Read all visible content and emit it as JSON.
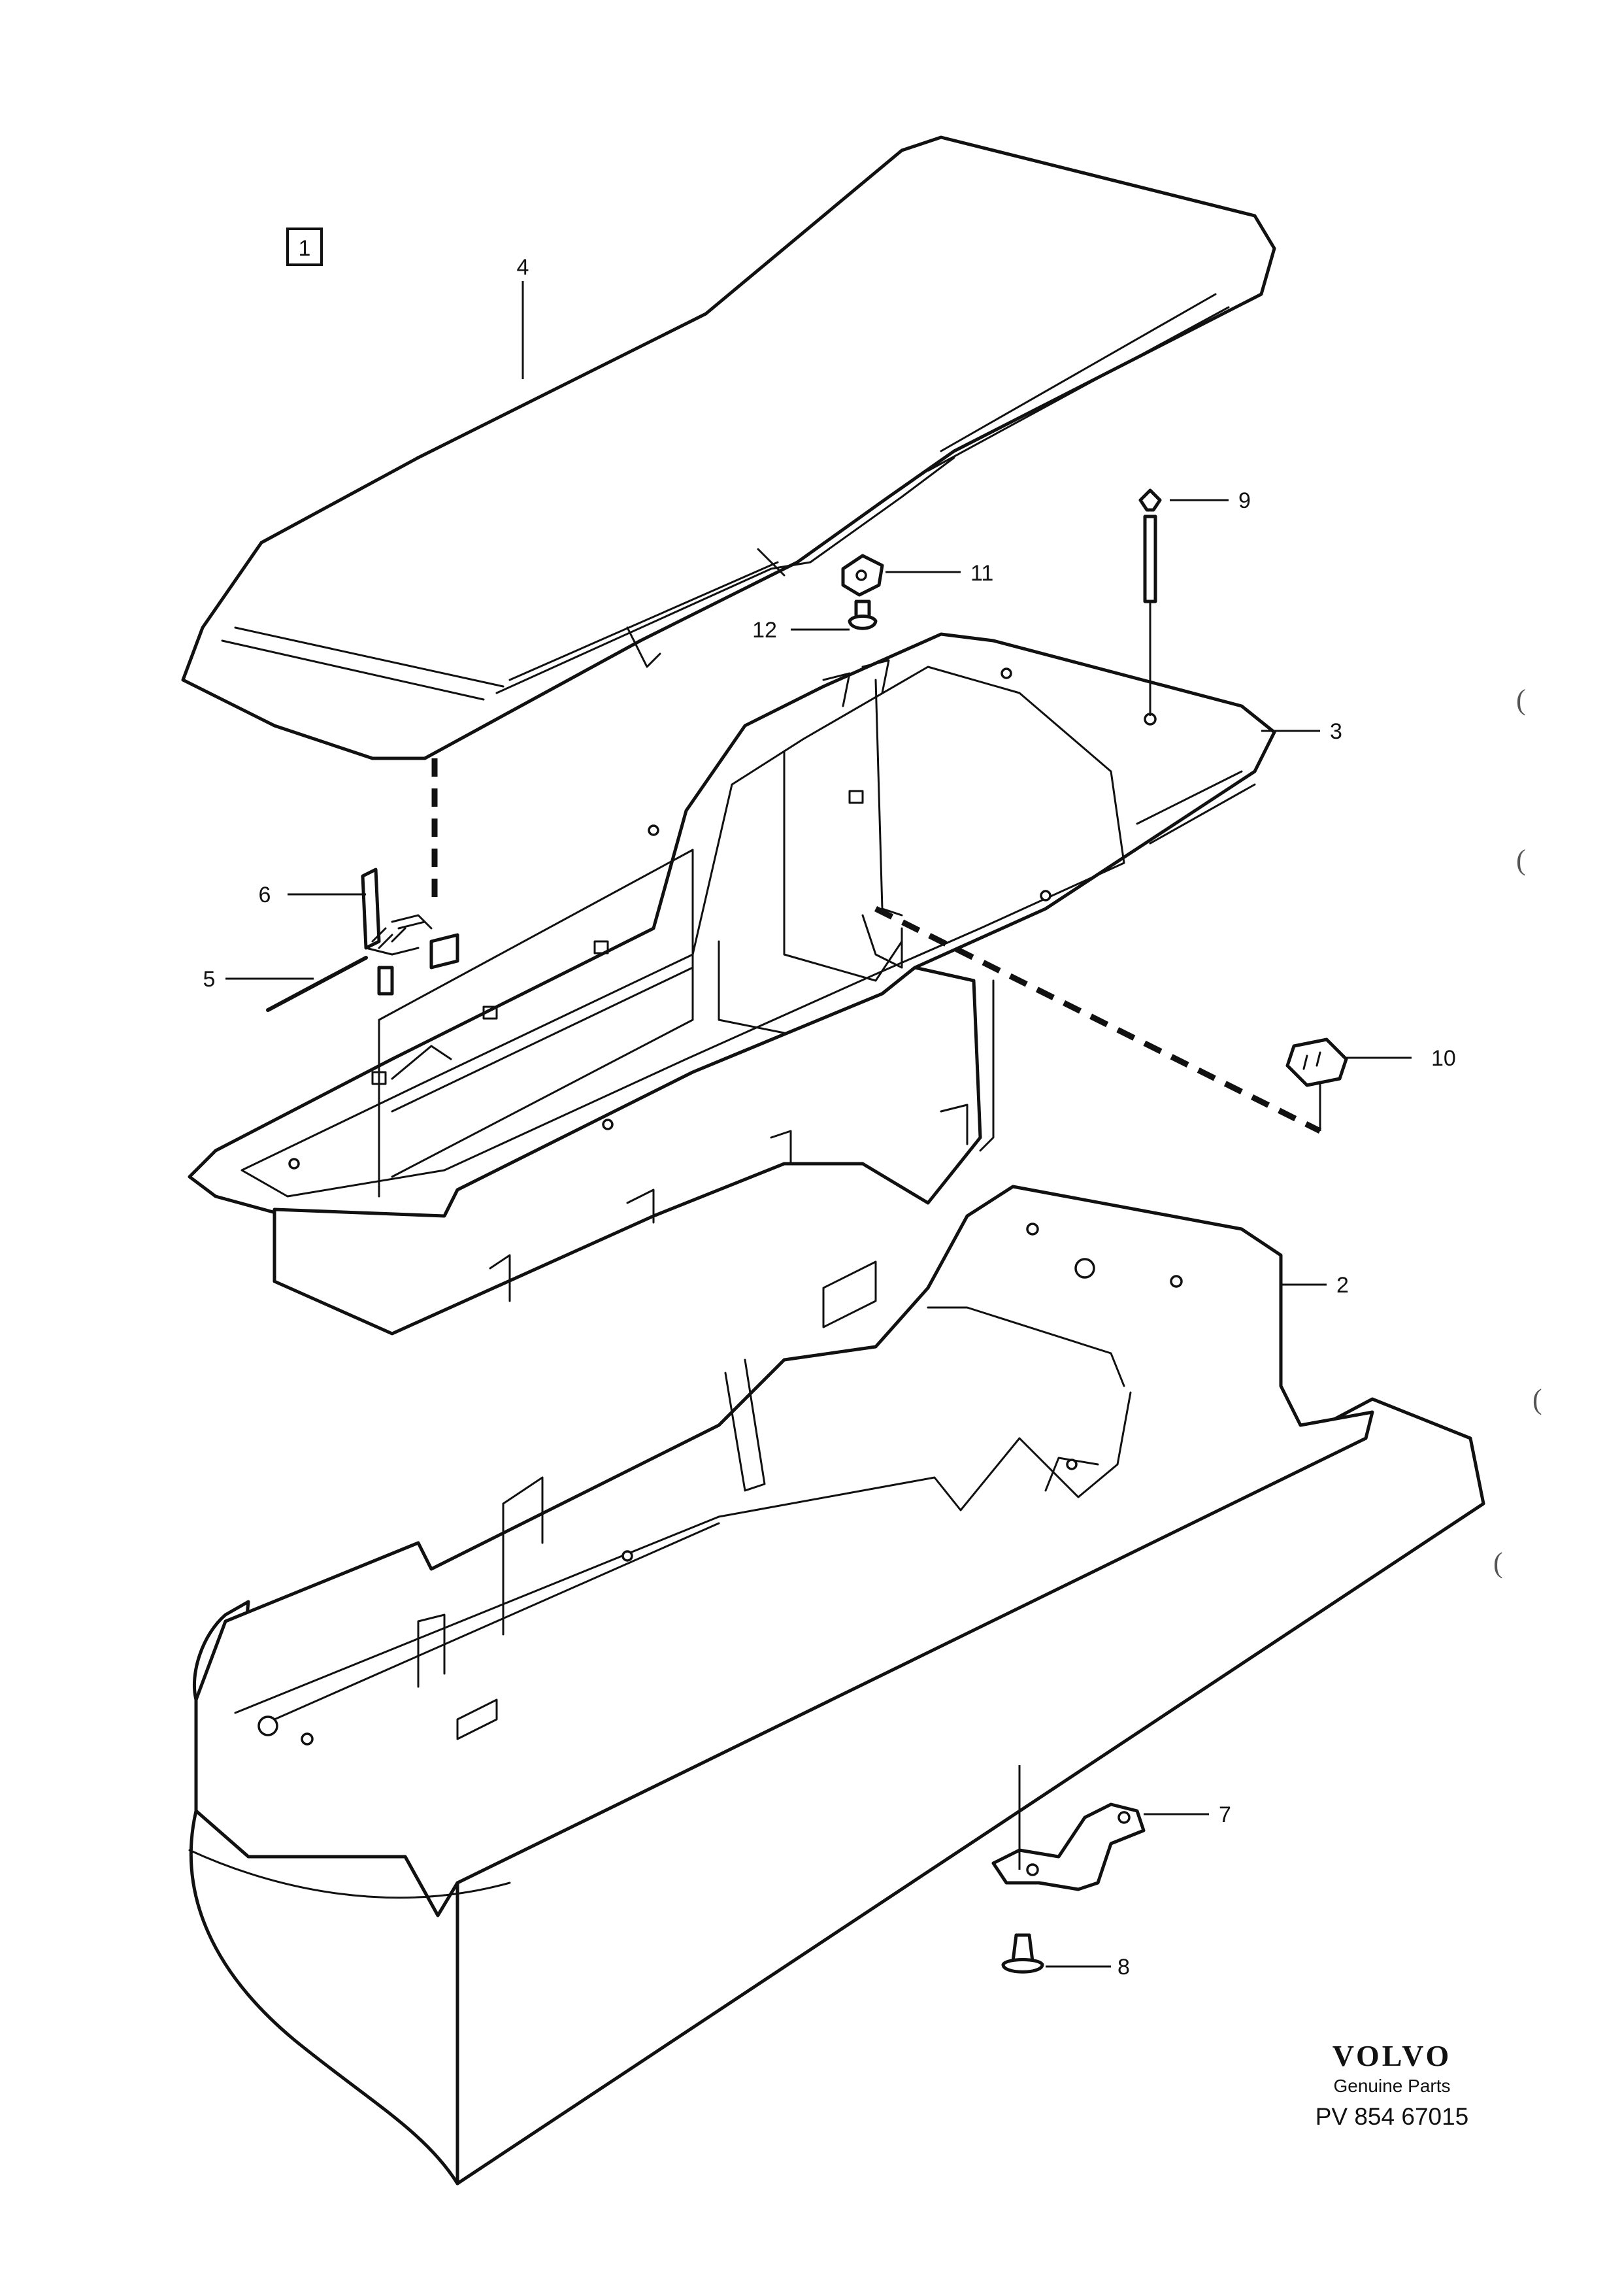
{
  "figure_ref": "1",
  "callouts": [
    "1",
    "2",
    "3",
    "4",
    "5",
    "6",
    "7",
    "8",
    "9",
    "10",
    "11",
    "12"
  ],
  "brand": {
    "logo": "VOLVO",
    "subtitle": "Genuine Parts",
    "code": "PV 854 67015"
  },
  "margin_marks": [
    "(",
    "(",
    "(",
    "("
  ]
}
